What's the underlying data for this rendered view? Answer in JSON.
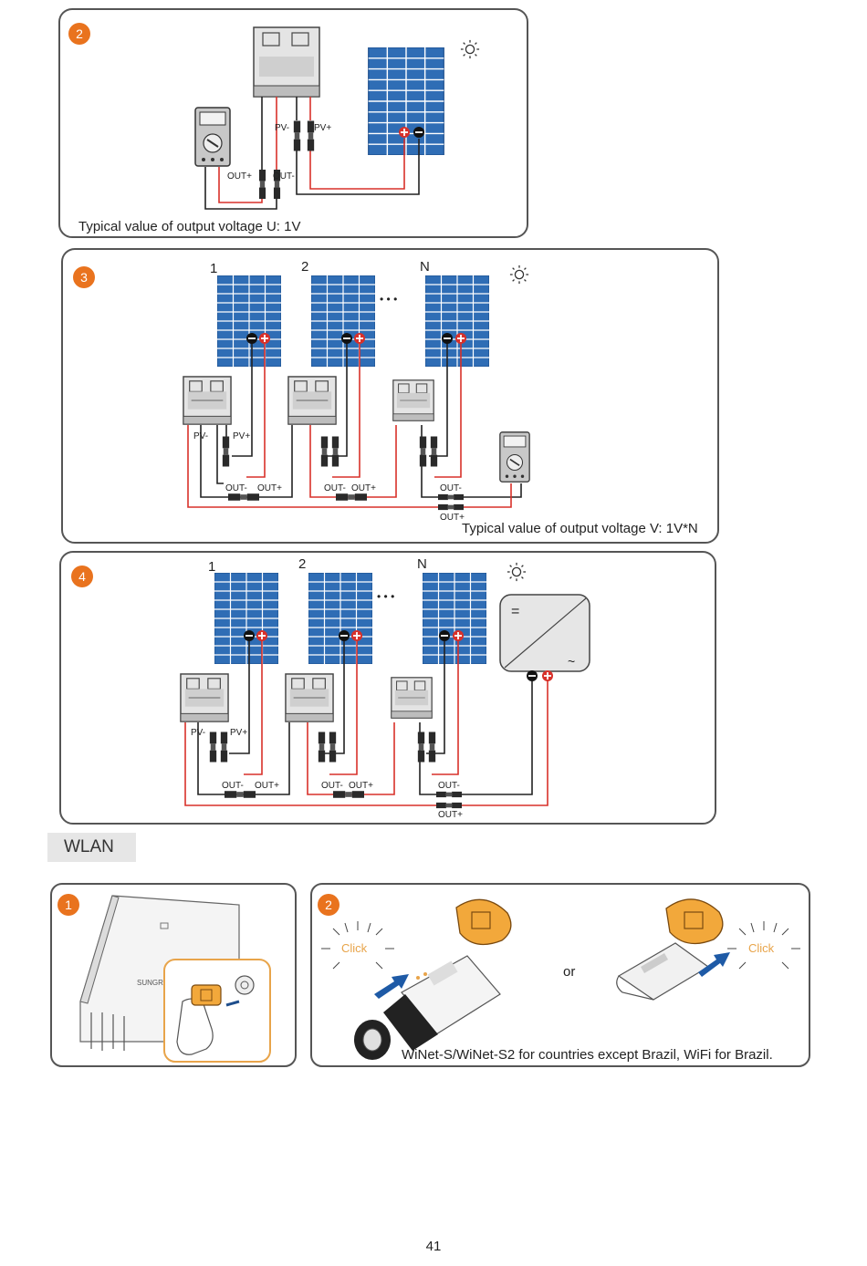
{
  "steps": {
    "s2": {
      "badge": "2",
      "pv_minus": "PV-",
      "pv_plus": "PV+",
      "out_plus": "OUT+",
      "out_minus": "OUT-",
      "caption": "Typical value of output voltage U: 1V"
    },
    "s3": {
      "badge": "3",
      "panel_labels": [
        "1",
        "2",
        "N"
      ],
      "ellipsis": "• • •",
      "pv_minus": "PV-",
      "pv_plus": "PV+",
      "out_minus": "OUT-",
      "out_plus": "OUT+",
      "caption": "Typical value of output voltage V: 1V*N"
    },
    "s4": {
      "badge": "4",
      "panel_labels": [
        "1",
        "2",
        "N"
      ],
      "ellipsis": "• • •",
      "pv_minus": "PV-",
      "pv_plus": "PV+",
      "out_minus": "OUT-",
      "out_plus": "OUT+",
      "dc_symbol": "=",
      "ac_symbol": "~"
    }
  },
  "wlan": {
    "section_label": "WLAN",
    "step1_badge": "1",
    "step2_badge": "2",
    "click_label": "Click",
    "or_label": "or",
    "caption": "WiNet-S/WiNet-S2 for countries except Brazil, WiFi for Brazil.",
    "brand": "SUNGROW"
  },
  "page_number": "41",
  "colors": {
    "badge": "#e9731e",
    "panel_blue": "#2f6db5",
    "wire_red": "#d8312a",
    "wire_black": "#222222",
    "device_gray": "#dcdcdc"
  }
}
